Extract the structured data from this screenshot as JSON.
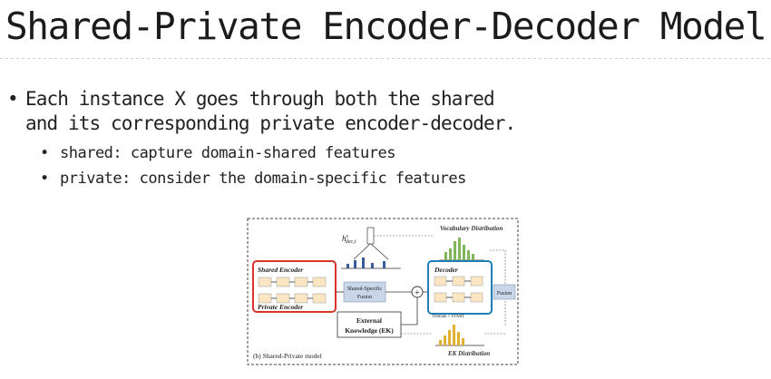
{
  "slide": {
    "title": "Shared-Private Encoder-Decoder Model",
    "bullets": [
      {
        "line1": "Each instance X goes through both the shared",
        "line2": "and its corresponding private encoder-decoder.",
        "sub": [
          "shared: capture domain-shared features",
          "private: consider the domain-specific features"
        ]
      }
    ],
    "bullet_symbol": "•"
  },
  "figure": {
    "caption": "(b) Shared-Private model",
    "hidden_label": "h",
    "hidden_sup": "s",
    "hidden_sub": "dec,t",
    "vocab_label": "Vocabulary Distribution",
    "shared_encoder": "Shared Encoder",
    "private_encoder": "Private Encoder",
    "fusion_specific": "Shared-Specific",
    "fusion_specific2": "Fusion",
    "decoder": "Decoder",
    "fusion": "Fusion",
    "plus": "+",
    "domain_start": "Domain + START",
    "ek_line1": "External",
    "ek_line2": "Knowledge (EK)",
    "ek_dist": "EK Distribution",
    "colors": {
      "shared_box": "#d9342b",
      "decoder_box": "#1f7fb6",
      "vocab_bars": "#7fb65a",
      "ek_bars": "#e0b030",
      "attn_bars": "#3a5a9a",
      "cell_fill": "#fbe6c3",
      "fusion_fill": "#c9d6ea"
    }
  }
}
